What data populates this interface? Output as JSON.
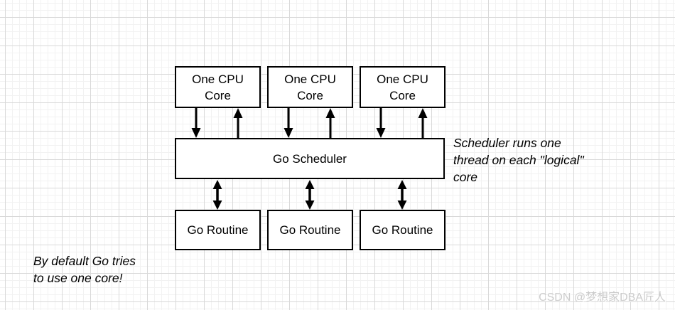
{
  "diagram": {
    "cpu_boxes": [
      {
        "label": "One CPU Core"
      },
      {
        "label": "One CPU Core"
      },
      {
        "label": "One CPU Core"
      }
    ],
    "scheduler": {
      "label": "Go Scheduler"
    },
    "routine_boxes": [
      {
        "label": "Go Routine"
      },
      {
        "label": "Go Routine"
      },
      {
        "label": "Go Routine"
      }
    ],
    "annotations": {
      "right": {
        "line1": "Scheduler runs one",
        "line2": "thread on each \"logical\"",
        "line3": "core"
      },
      "bottom_left": {
        "line1": "By default Go tries",
        "line2": "to use one core!"
      }
    },
    "watermark": "CSDN @梦想家DBA匠人",
    "colors": {
      "box_border": "#000000",
      "box_fill": "#ffffff",
      "arrow": "#000000",
      "grid_major": "#d9d9d9",
      "grid_minor": "#f2f2f2",
      "watermark_text": "#cccccc"
    }
  }
}
